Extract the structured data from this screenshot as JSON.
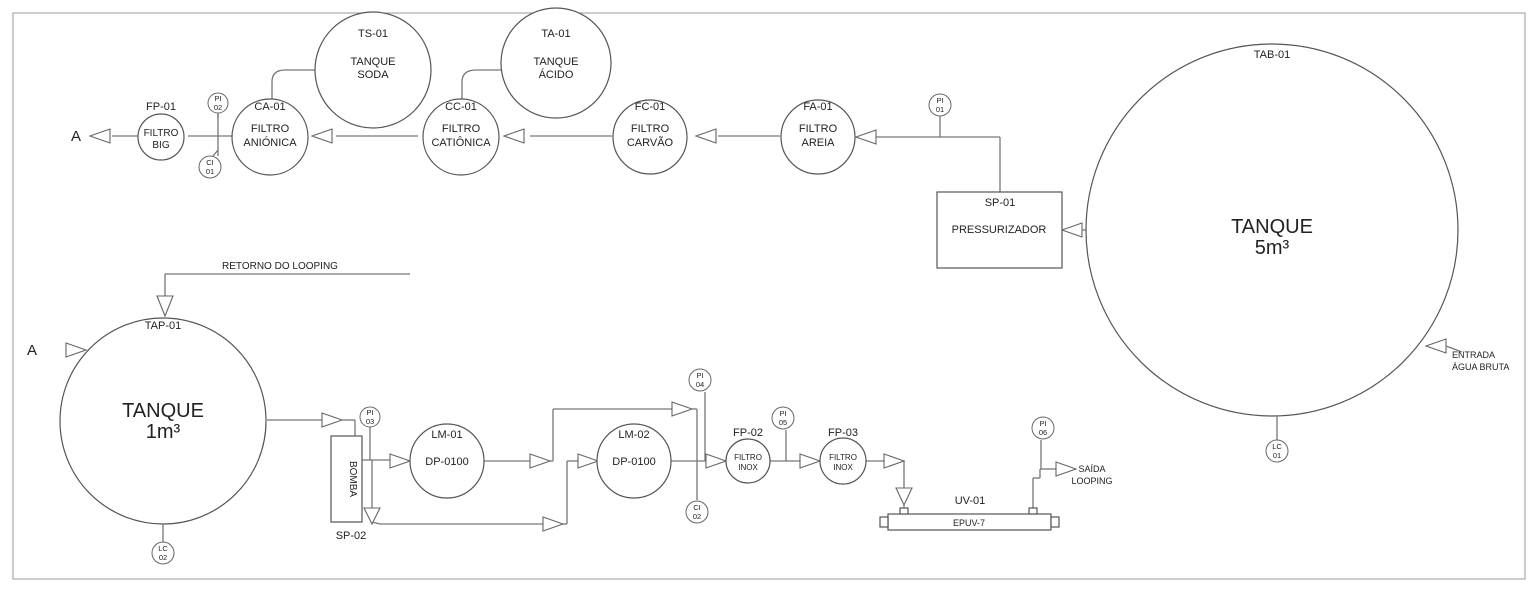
{
  "endpoints": {
    "a_out": "A",
    "a_in": "A"
  },
  "equipment": {
    "ts01": {
      "tag": "TS-01",
      "l1": "TANQUE",
      "l2": "SODA"
    },
    "ta01": {
      "tag": "TA-01",
      "l1": "TANQUE",
      "l2": "ÁCIDO"
    },
    "fp01": {
      "tag": "FP-01",
      "l1": "FILTRO",
      "l2": "BIG"
    },
    "ca01": {
      "tag": "CA-01",
      "l1": "FILTRO",
      "l2": "ANIÓNICA"
    },
    "cc01": {
      "tag": "CC-01",
      "l1": "FILTRO",
      "l2": "CATIÔNICA"
    },
    "fc01": {
      "tag": "FC-01",
      "l1": "FILTRO",
      "l2": "CARVÃO"
    },
    "fa01": {
      "tag": "FA-01",
      "l1": "FILTRO",
      "l2": "AREIA"
    },
    "sp01": {
      "tag": "SP-01",
      "label": "PRESSURIZADOR"
    },
    "tab01": {
      "tag": "TAB-01",
      "l1": "TANQUE",
      "l2": "5m³"
    },
    "tap01": {
      "tag": "TAP-01",
      "l1": "TANQUE",
      "l2": "1m³"
    },
    "sp02": {
      "tag": "SP-02",
      "label": "BOMBA"
    },
    "lm01": {
      "tag": "LM-01",
      "label": "DP-0100"
    },
    "lm02": {
      "tag": "LM-02",
      "label": "DP-0100"
    },
    "fp02": {
      "tag": "FP-02",
      "l1": "FILTRO",
      "l2": "INOX"
    },
    "fp03": {
      "tag": "FP-03",
      "l1": "FILTRO",
      "l2": "INOX"
    },
    "uv01": {
      "tag": "UV-01",
      "label": "EPUV-7"
    }
  },
  "instruments": {
    "pi02": {
      "l1": "PI",
      "l2": "02"
    },
    "ci01": {
      "l1": "CI",
      "l2": "01"
    },
    "pi01": {
      "l1": "PI",
      "l2": "01"
    },
    "lc01": {
      "l1": "LC",
      "l2": "01"
    },
    "lc02": {
      "l1": "LC",
      "l2": "02"
    },
    "pi03": {
      "l1": "PI",
      "l2": "03"
    },
    "pi04": {
      "l1": "PI",
      "l2": "04"
    },
    "ci02": {
      "l1": "CI",
      "l2": "02"
    },
    "pi05": {
      "l1": "PI",
      "l2": "05"
    },
    "pi06": {
      "l1": "PI",
      "l2": "06"
    }
  },
  "streams": {
    "retorno": "RETORNO DO LOOPING",
    "entrada_l1": "ENTRADA",
    "entrada_l2": "ÁGUA BRUTA",
    "saida_l1": "SAÍDA",
    "saida_l2": "LOOPING"
  }
}
